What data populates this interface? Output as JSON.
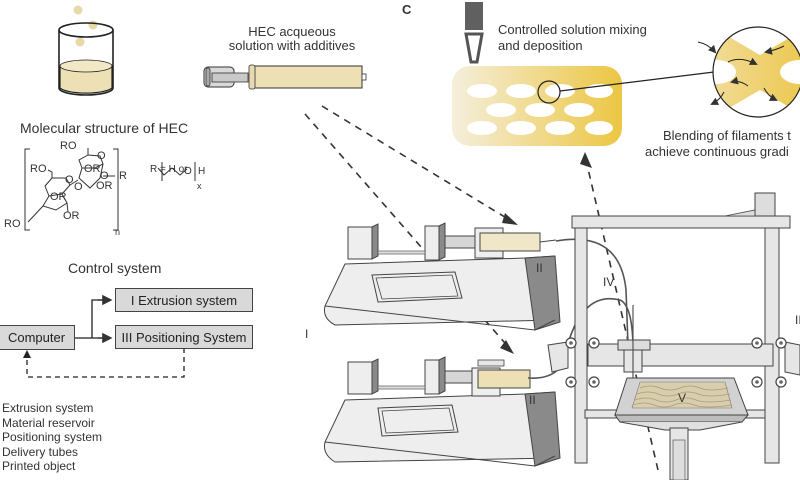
{
  "panel_label": "C",
  "beaker": {
    "icon": "beaker-with-droplets"
  },
  "syringe": {
    "label_line1": "HEC acqueous",
    "label_line2": "solution with additives"
  },
  "molecular": {
    "title": "Molecular structure of HEC",
    "groups": [
      "RO",
      "RO",
      "RO",
      "OR",
      "OR",
      "OR",
      "OR",
      "O",
      "O",
      "O",
      "O",
      "R"
    ],
    "repeat_subscript": "n",
    "r_definition": "R = H or",
    "side_chain_terminal": "H",
    "side_chain_subscript": "x",
    "side_chain_oxygen": "O"
  },
  "control_system": {
    "title": "Control system",
    "computer": "Computer",
    "extrusion": "I  Extrusion system",
    "positioning": "III  Positioning System"
  },
  "legend": [
    "Extrusion system",
    "Material reservoir",
    "Positioning system",
    "Delivery tubes",
    "Printed object"
  ],
  "mixing": {
    "label_line1": "Controlled solution mixing",
    "label_line2": "and deposition"
  },
  "blending": {
    "label_line1": "Blending of filaments t",
    "label_line2": "achieve continuous gradi"
  },
  "roman_labels": {
    "pump_top": "II",
    "pump_bottom": "II",
    "pump_left": "I",
    "tubes": "IV",
    "printed": "V",
    "frame_right": "II"
  },
  "colors": {
    "solution": "#ede0b4",
    "gradient_light": "#f3ecd3",
    "gradient_dark": "#ecc743",
    "machine_grey": "#e6e6e6",
    "machine_dark": "#8a8a8a",
    "box_grey": "#d9d9d9"
  }
}
